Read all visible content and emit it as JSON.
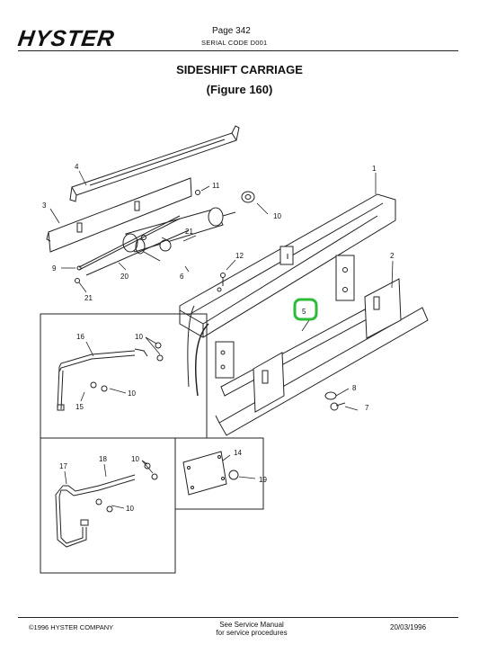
{
  "header": {
    "brand": "HYSTER",
    "page": "Page 342",
    "serial": "SERIAL CODE D001"
  },
  "title": "SIDESHIFT CARRIAGE",
  "subtitle": "(Figure 160)",
  "callouts": {
    "c1": "1",
    "c2": "2",
    "c3": "3",
    "c4": "4",
    "c5": "5",
    "c6": "6",
    "c7": "7",
    "c8": "8",
    "c9": "9",
    "c10a": "10",
    "c10b": "10",
    "c10c": "10",
    "c10d": "10",
    "c10e": "10",
    "c11": "11",
    "c12": "12",
    "c14": "14",
    "c15": "15",
    "c16": "16",
    "c17": "17",
    "c18": "18",
    "c19": "19",
    "c20": "20",
    "c21a": "21",
    "c21b": "21"
  },
  "highlight_color": "#2dbb3a",
  "footer": {
    "left": "©1996 HYSTER COMPANY",
    "center_1": "See Service Manual",
    "center_2": "for service procedures",
    "right": "20/03/1996"
  }
}
